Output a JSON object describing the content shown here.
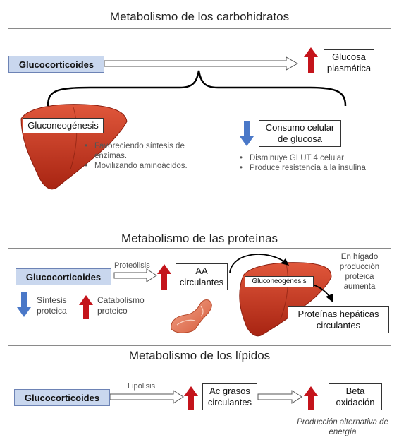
{
  "carbohidratos": {
    "title": "Metabolismo de los carbohidratos",
    "glucocorticoides": "Glucocorticoides",
    "glucosa_line1": "Glucosa",
    "glucosa_line2": "plasmática",
    "gluconeogenesis": "Gluconeogénesis",
    "bullets_left": [
      "Favoreciendo síntesis de enzimas.",
      "Movilizando aminoácidos."
    ],
    "consumo_line1": "Consumo celular",
    "consumo_line2": "de glucosa",
    "bullets_right": [
      "Disminuye GLUT 4 celular",
      "Produce resistencia a la insulina"
    ]
  },
  "proteinas": {
    "title": "Metabolismo de las proteínas",
    "glucocorticoides": "Glucocorticoides",
    "proteolisis": "Proteólisis",
    "aa_line1": "AA",
    "aa_line2": "circulantes",
    "gluconeogenesis": "Gluconeogénesis",
    "higado_note": "En hígado producción proteica aumenta",
    "sintesis_line1": "Síntesis",
    "sintesis_line2": "proteica",
    "catabolismo_line1": "Catabolismo",
    "catabolismo_line2": "proteico",
    "proteinas_line1": "Proteínas hepáticas",
    "proteinas_line2": "circulantes"
  },
  "lipidos": {
    "title": "Metabolismo de los lípidos",
    "glucocorticoides": "Glucocorticoides",
    "lipolisis": "Lipólisis",
    "ac_line1": "Ac grasos",
    "ac_line2": "circulantes",
    "beta_line1": "Beta",
    "beta_line2": "oxidación",
    "produccion_note": "Producción alternativa de energía"
  },
  "colors": {
    "up_arrow": "#c4141b",
    "down_arrow": "#4a78c8",
    "liver": "#c4341f",
    "gc_fill": "#c9d7ee"
  }
}
